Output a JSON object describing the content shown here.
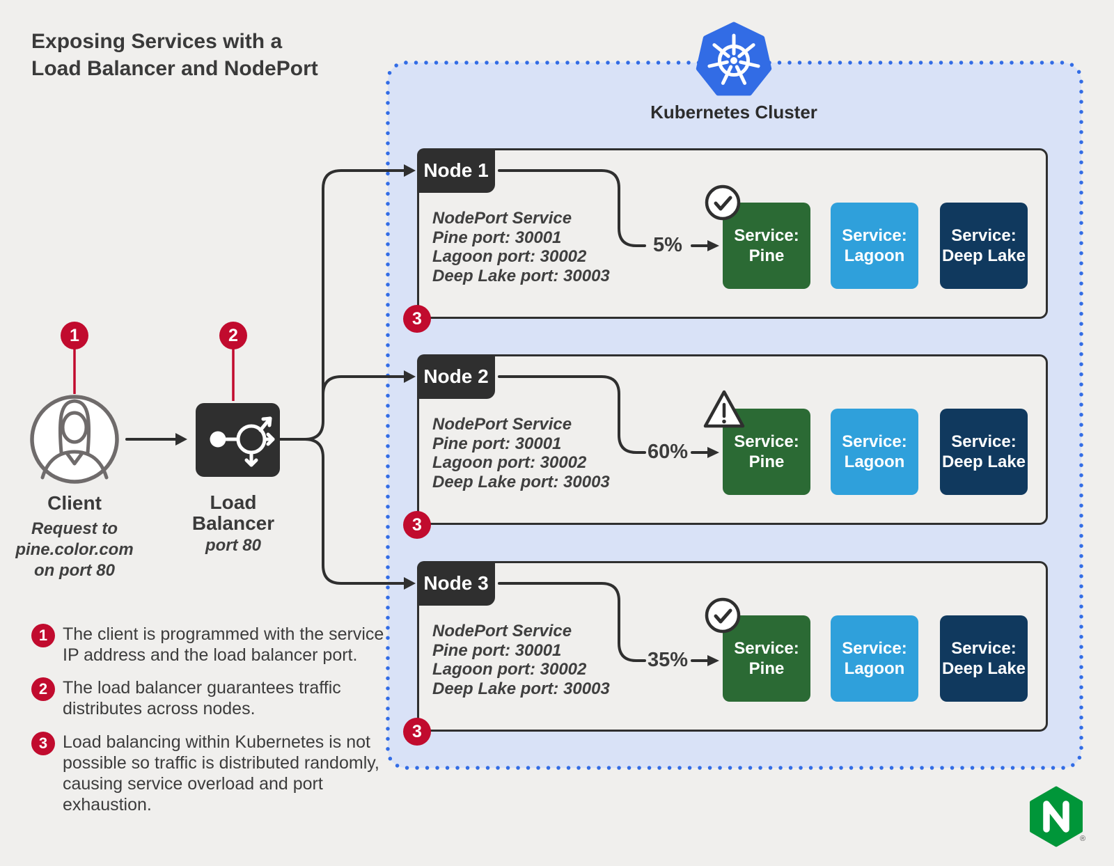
{
  "title": {
    "line1": "Exposing Services with a",
    "line2": "Load Balancer and NodePort"
  },
  "cluster": {
    "label": "Kubernetes Cluster"
  },
  "client": {
    "badge": "1",
    "label": "Client",
    "request_lines": [
      "Request to",
      "pine.color.com",
      "on port 80"
    ]
  },
  "load_balancer": {
    "badge": "2",
    "name_lines": [
      "Load",
      "Balancer"
    ],
    "port": "port 80"
  },
  "nodes": [
    {
      "name": "Node 1",
      "badge": "3",
      "traffic_percent": "5%",
      "status": "ok",
      "nodeport_lines": [
        "NodePort Service",
        "Pine port: 30001",
        "Lagoon port: 30002",
        "Deep Lake port: 30003"
      ]
    },
    {
      "name": "Node 2",
      "badge": "3",
      "traffic_percent": "60%",
      "status": "warning",
      "nodeport_lines": [
        "NodePort Service",
        "Pine port: 30001",
        "Lagoon port: 30002",
        "Deep Lake port: 30003"
      ]
    },
    {
      "name": "Node 3",
      "badge": "3",
      "traffic_percent": "35%",
      "status": "ok",
      "nodeport_lines": [
        "NodePort Service",
        "Pine port: 30001",
        "Lagoon port: 30002",
        "Deep Lake port: 30003"
      ]
    }
  ],
  "services": [
    {
      "line1": "Service:",
      "line2": "Pine",
      "color": "#2B6A34"
    },
    {
      "line1": "Service:",
      "line2": "Lagoon",
      "color": "#2FA0DB"
    },
    {
      "line1": "Service:",
      "line2": "Deep Lake",
      "color": "#10395E"
    }
  ],
  "legend": [
    {
      "badge": "1",
      "lines": [
        "The client is programmed with the service",
        "IP address and the load balancer port.",
        ""
      ]
    },
    {
      "badge": "2",
      "lines": [
        "The load balancer guarantees traffic",
        "distributes across nodes.",
        ""
      ]
    },
    {
      "badge": "3",
      "lines": [
        "Load balancing within Kubernetes is not",
        "possible so traffic is distributed randomly,",
        "causing service overload and port exhaustion."
      ]
    }
  ],
  "branding": {
    "logo": "NGINX",
    "letter": "N",
    "registered": "®"
  },
  "colors": {
    "kubernetes_blue": "#326CE5",
    "cluster_bg": "#D9E2F7",
    "badge_red": "#C10B2E",
    "dark": "#2F2F2F",
    "nginx_green": "#009639",
    "service_pine": "#2B6A34",
    "service_lagoon": "#2FA0DB",
    "service_deep_lake": "#10395E"
  }
}
